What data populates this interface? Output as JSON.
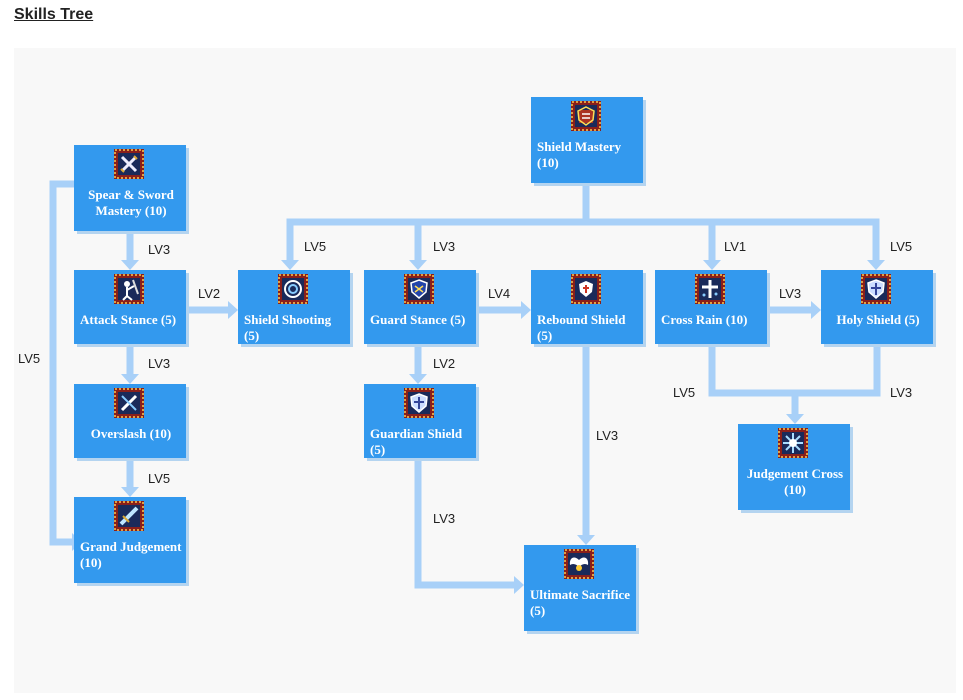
{
  "title": "Skills Tree",
  "skills": {
    "spear_sword_mastery": {
      "name": "Spear & Sword Mastery (10)",
      "icon": "crossed-swords-icon"
    },
    "attack_stance": {
      "name": "Attack Stance (5)",
      "icon": "attack-stance-icon"
    },
    "overslash": {
      "name": "Overslash (10)",
      "icon": "overslash-icon"
    },
    "grand_judgement": {
      "name": "Grand Judgement (10)",
      "icon": "grand-judgement-icon"
    },
    "shield_shooting": {
      "name": "Shield Shooting (5)",
      "icon": "shield-shooting-icon"
    },
    "guard_stance": {
      "name": "Guard Stance (5)",
      "icon": "guard-stance-icon"
    },
    "guardian_shield": {
      "name": "Guardian Shield (5)",
      "icon": "guardian-shield-icon"
    },
    "shield_mastery": {
      "name": "Shield Mastery (10)",
      "icon": "shield-mastery-icon"
    },
    "rebound_shield": {
      "name": "Rebound Shield (5)",
      "icon": "rebound-shield-icon"
    },
    "ultimate_sacrifice": {
      "name": "Ultimate Sacrifice (5)",
      "icon": "ultimate-sacrifice-icon"
    },
    "cross_rain": {
      "name": "Cross Rain (10)",
      "icon": "cross-rain-icon"
    },
    "holy_shield": {
      "name": "Holy Shield (5)",
      "icon": "holy-shield-icon"
    },
    "judgement_cross": {
      "name": "Judgement Cross (10)",
      "icon": "judgement-cross-icon"
    }
  },
  "requirements": [
    {
      "from": "spear_sword_mastery",
      "to": "attack_stance",
      "level": "LV3"
    },
    {
      "from": "spear_sword_mastery",
      "to": "grand_judgement",
      "level": "LV5"
    },
    {
      "from": "attack_stance",
      "to": "overslash",
      "level": "LV3"
    },
    {
      "from": "attack_stance",
      "to": "shield_shooting",
      "level": "LV2"
    },
    {
      "from": "overslash",
      "to": "grand_judgement",
      "level": "LV5"
    },
    {
      "from": "shield_mastery",
      "to": "shield_shooting",
      "level": "LV5"
    },
    {
      "from": "shield_mastery",
      "to": "guard_stance",
      "level": "LV3"
    },
    {
      "from": "shield_mastery",
      "to": "cross_rain",
      "level": "LV1"
    },
    {
      "from": "shield_mastery",
      "to": "holy_shield",
      "level": "LV5"
    },
    {
      "from": "guard_stance",
      "to": "rebound_shield",
      "level": "LV4"
    },
    {
      "from": "guard_stance",
      "to": "guardian_shield",
      "level": "LV2"
    },
    {
      "from": "guardian_shield",
      "to": "ultimate_sacrifice",
      "level": "LV3"
    },
    {
      "from": "rebound_shield",
      "to": "ultimate_sacrifice",
      "level": "LV3"
    },
    {
      "from": "cross_rain",
      "to": "holy_shield",
      "level": "LV3"
    },
    {
      "from": "cross_rain",
      "to": "judgement_cross",
      "level": "LV5"
    },
    {
      "from": "holy_shield",
      "to": "judgement_cross",
      "level": "LV3"
    }
  ],
  "colors": {
    "node": "#3399ee",
    "connector": "#99ccff",
    "icon_frame": "#cc3322"
  }
}
